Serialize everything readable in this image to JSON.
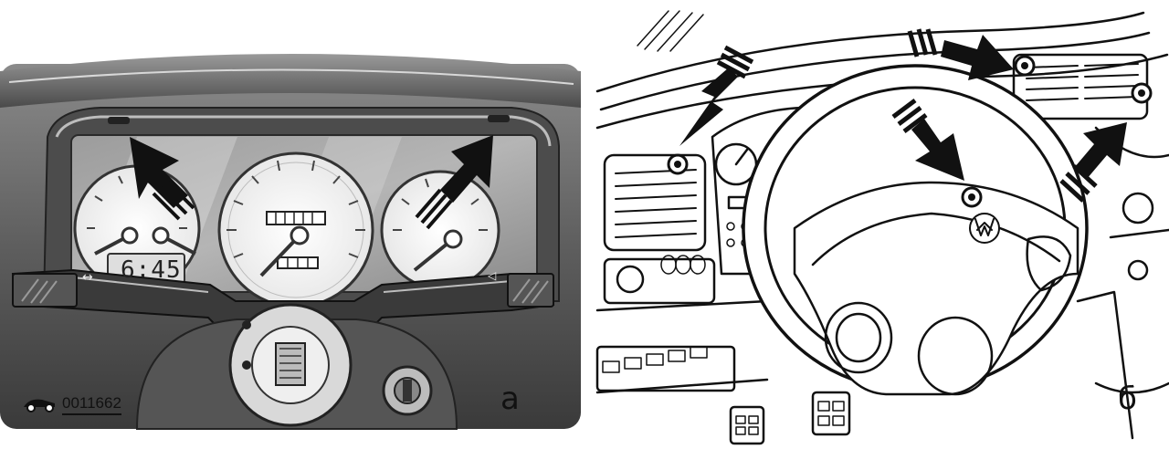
{
  "panel_a": {
    "letter": "а",
    "figure_code": "0011662",
    "clock": "6:45",
    "icons": [
      "car-logo-icon",
      "arrow-up-left-icon",
      "arrow-up-right-icon"
    ]
  },
  "panel_b": {
    "letter": "б",
    "icons": [
      "arrow-down-left-icon",
      "arrow-right-icon",
      "arrow-down-right-icon",
      "arrow-up-right-icon",
      "screw-icon",
      "vw-logo-icon"
    ]
  },
  "colors": {
    "ink": "#111111",
    "shade": "#6e6e6e",
    "light": "#cfcfcf",
    "background": "#ffffff"
  }
}
